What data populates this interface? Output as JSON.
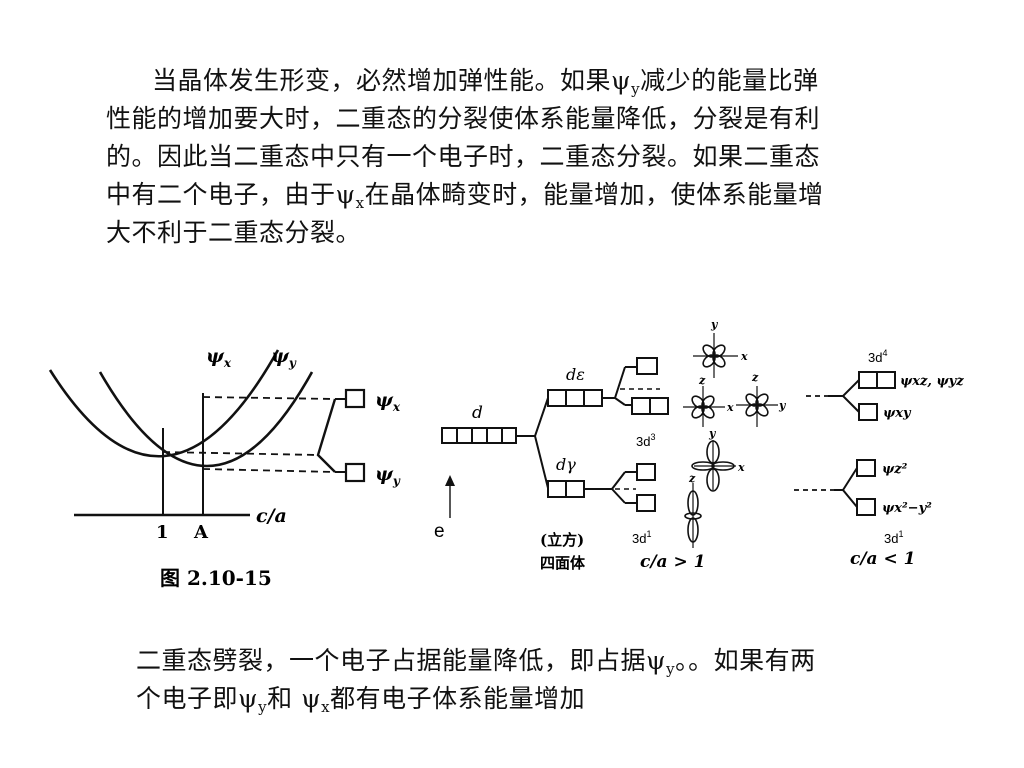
{
  "paragraph1": {
    "line1": {
      "a": "当晶体发生形变，必然增加弹性能。如果",
      "psi": "ψ",
      "sub": "y",
      "b": "减少的能量比弹"
    },
    "line2": "性能的增加要大时，二重态的分裂使体系能量降低，分裂是有利",
    "line3": "的。因此当二重态中只有一个电子时，二重态分裂。如果二重态",
    "line4": {
      "a": "中有二个电子，由于",
      "psi": "ψ",
      "sub": "x",
      "b": "在晶体畸变时，能量增加，使体系能量增"
    },
    "line5": "大不利于二重态分裂。"
  },
  "figure_left": {
    "curve_labels": {
      "psi_x": "ψx",
      "psi_y": "ψy"
    },
    "level_labels": {
      "upper": "ψx",
      "lower": "ψy"
    },
    "axis_label": "c/a",
    "tick_labels": [
      "1",
      "A"
    ],
    "caption": "图 2.10-15"
  },
  "figure_right": {
    "d_label": "d",
    "de_label": "dε",
    "dgamma_label": "dγ",
    "label_3d3": "3d",
    "label_3d3_sup": "3",
    "label_3d1_mid": "3d",
    "label_3d1_mid_sup": "1",
    "label_3d4": "3d",
    "label_3d4_sup": "4",
    "label_3d1_right": "3d",
    "label_3d1_right_sup": "1",
    "e_label": "e",
    "tetra_line1": "(立方)",
    "tetra_line2": "四面体",
    "cond_gt": "c/a > 1",
    "cond_lt": "c/a < 1",
    "orbital_axes": {
      "x": "x",
      "y": "y",
      "z": "z"
    },
    "right_labels": {
      "r1": "ψxz, ψyz",
      "r2": "ψxy",
      "r3": "ψz²",
      "r4": "ψx²−y²"
    }
  },
  "paragraph2": {
    "line1": {
      "a": "二重态劈裂，一个电子占据能量降低，即占据",
      "psi": "ψ",
      "sub": "y",
      "b": "。。如果有两"
    },
    "line2": {
      "a": "个电子即",
      "psi1": "ψ",
      "sub1": "y",
      "mid": "和 ",
      "psi2": "ψ",
      "sub2": "x",
      "b": "都有电子体系能量增加"
    }
  }
}
